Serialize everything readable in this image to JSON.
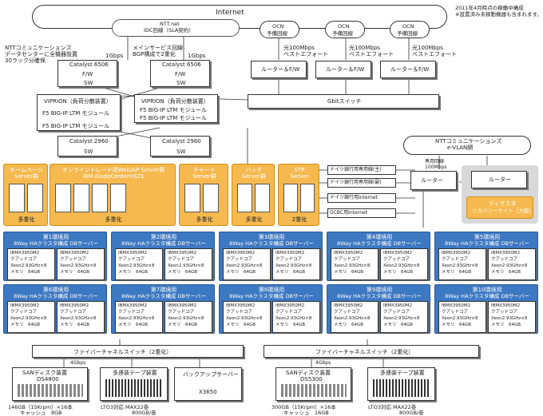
{
  "notes": [
    "2011年4月時点の稼働中構成",
    "※設置済み未稼動機器も含まれます。"
  ],
  "internet_label": "Internet",
  "ntt_idc_label": [
    "NTT.net",
    "IDC回線（SLA契約）"
  ],
  "ocn_label": [
    "OCN",
    "予備回線"
  ],
  "dc_label": [
    "NTTコミュニケーションズ",
    "データセンターに全機器設置",
    "30ラック分確保"
  ],
  "main_service_label": [
    "メインサービス回線",
    "BGP構成で2重化"
  ],
  "gbps_1": "1Gbps",
  "light_100": [
    "光100Mbps",
    "ベストエフォート"
  ],
  "router_fw": "ルーター＆F/W",
  "gbit_switch": "Gbitスイッチ",
  "catalyst6506": "Catalyst 6506",
  "fw": "F/W",
  "sw": "SW",
  "viprion_left": "VIPRION（負荷分散装置）",
  "viprion_right": "VIPRION（負荷分散装置）",
  "f5_module": "F5 BIG-IP LTM モジュール",
  "catalyst2960": "Catalyst 2960",
  "ntt_evlan": [
    "NTTコミュニケーションズ",
    "e-VLAN網"
  ],
  "dedicated_line": [
    "専用回線",
    "100Mbps"
  ],
  "router": "ルーター",
  "disaster_site": [
    "ディザスタ",
    "リカバリーサイト（大阪）"
  ],
  "server_groups": [
    {
      "title": "ホームページ",
      "subtitle": "Server群",
      "tag": "多重化"
    },
    {
      "title": "オンライントレード用Web/AP Server群",
      "subtitle": "IBM BladeCenterHS21",
      "tag": "多重化"
    },
    {
      "title": "チャート",
      "subtitle": "Server群",
      "tag": "多重化"
    },
    {
      "title": "バッチ",
      "subtitle": "Server群",
      "tag": "多重化"
    },
    {
      "title": "STP",
      "subtitle": "Server",
      "tag": "2重化"
    }
  ],
  "lines": [
    "ドイツ銀行用専用線(主)",
    "ドイツ銀行用専用線(副)",
    "ドイツ銀行用Internet",
    "OCBC用Internet"
  ],
  "db_title_line2": "8Way HAクラスタ構成 DBサーバー",
  "db_names": [
    "第1環境用",
    "第2環境用",
    "第3環境用",
    "第4環境用",
    "第5環境用",
    "第6環境用",
    "第7環境用",
    "第8環境用",
    "第9環境用",
    "第10環境用"
  ],
  "db_model": "IBMX3950M2",
  "db_spec": [
    "クアッドコア",
    "Xeon2.93GHz×8",
    "メモリ　64GB"
  ],
  "fc_switch": "ファイバーチャネルスイッチ（2重化）",
  "gbps_4": "4Gbps",
  "san_left": [
    "SANディスク装置",
    "DS4800"
  ],
  "san_right": [
    "SANディスク装置",
    "DS5300"
  ],
  "tape": "多連装テープ装置",
  "backup_server": "バックアップサーバー",
  "x3650": "X3650",
  "disk_left": [
    "146GB（15Krpm）×16本",
    "キャッシュ　8GB"
  ],
  "disk_right": [
    "300GB（15Krpm）×16本",
    "キャッシュ　16GB"
  ],
  "lto": [
    "LTO3対応 MAX22巻",
    "800GB/巻"
  ]
}
